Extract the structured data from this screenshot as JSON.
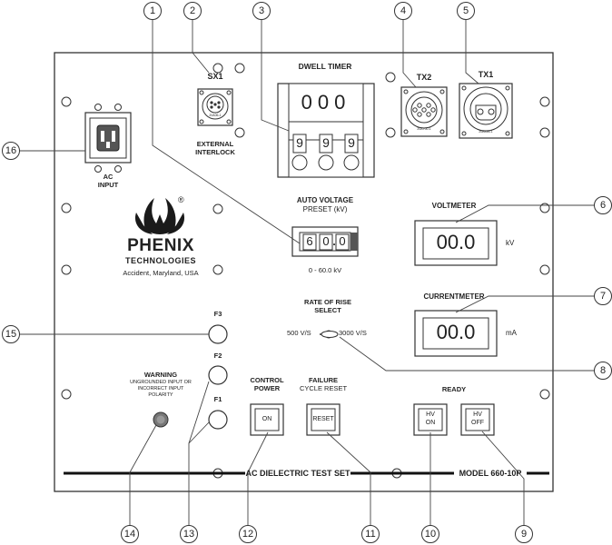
{
  "panel": {
    "labels": {
      "sx1": "SX1",
      "dwell_timer": "DWELL TIMER",
      "tx2": "TX2",
      "tx1": "TX1",
      "external": "EXTERNAL",
      "interlock": "INTERLOCK",
      "ac": "AC",
      "input": "INPUT",
      "auto_voltage": "AUTO VOLTAGE",
      "preset_kv": "PRESET (kV)",
      "range": "0 - 60.0 kV",
      "voltmeter": "VOLTMETER",
      "kv_unit": "kV",
      "currentmeter": "CURRENTMETER",
      "ma_unit": "mA",
      "rate_of_rise": "RATE OF RISE",
      "select": "SELECT",
      "rate_low": "500 V/S",
      "rate_high": "3000 V/S",
      "f1": "F1",
      "f2": "F2",
      "f3": "F3",
      "warning": "WARNING",
      "warning_line1": "UNGROUNDED INPUT OR",
      "warning_line2": "INCORRECT INPUT",
      "warning_line3": "POLARITY",
      "control": "CONTROL",
      "power": "POWER",
      "failure": "FAILURE",
      "cycle_reset": "CYCLE RESET",
      "ready": "READY",
      "test_set": "AC DIELECTRIC TEST SET",
      "model": "MODEL 660-10P"
    },
    "connector_codes": {
      "sx1": "20A06-1",
      "tx2": "20A700-1",
      "tx1": "20A426-1"
    },
    "logo": {
      "name": "PHENIX",
      "sub": "TECHNOLOGIES",
      "location": "Accident, Maryland, USA",
      "reg": "®"
    },
    "timer": {
      "top_digits": "000",
      "thumbwheel": [
        "9",
        "9",
        "9"
      ]
    },
    "preset": {
      "d1": "6",
      "d2": "0",
      "dot": ".",
      "d3": "0"
    },
    "meters": {
      "voltmeter_reading": "00.0",
      "current_reading": "00.0"
    },
    "buttons": {
      "on": "ON",
      "reset": "RESET",
      "hv_on_1": "HV",
      "hv_on_2": "ON",
      "hv_off_1": "HV",
      "hv_off_2": "OFF"
    }
  },
  "callouts": [
    "1",
    "2",
    "3",
    "4",
    "5",
    "6",
    "7",
    "8",
    "9",
    "10",
    "11",
    "12",
    "13",
    "14",
    "15",
    "16"
  ]
}
